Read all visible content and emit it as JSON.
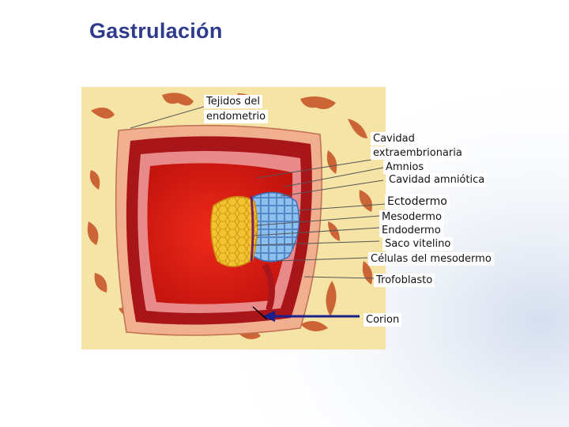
{
  "slide": {
    "title": "Gastrulación"
  },
  "labels": {
    "tejidos_endometrio_line1": "Tejidos del",
    "tejidos_endometrio_line2": "endometrio",
    "cavidad_extra_line1": "Cavidad",
    "cavidad_extra_line2": "extraembrionaria",
    "amnios": "Amnios",
    "cavidad_amniotica": "Cavidad amniótica",
    "ectodermo": "Ectodermo",
    "mesodermo": "Mesodermo",
    "endodermo": "Endodermo",
    "saco_vitelino": "Saco vitelino",
    "celulas_mesodermo": "Células del mesodermo",
    "trofoblasto": "Trofoblasto",
    "corion": "Corion"
  },
  "colors": {
    "title": "#2e3a8c",
    "arrow": "#1a1f8c",
    "tissue_bg": "#f6e3a6",
    "blood": "#c8321e",
    "cavity": "#e0201c",
    "yolk": "#f2c230",
    "amnion": "#7fb2e6"
  }
}
